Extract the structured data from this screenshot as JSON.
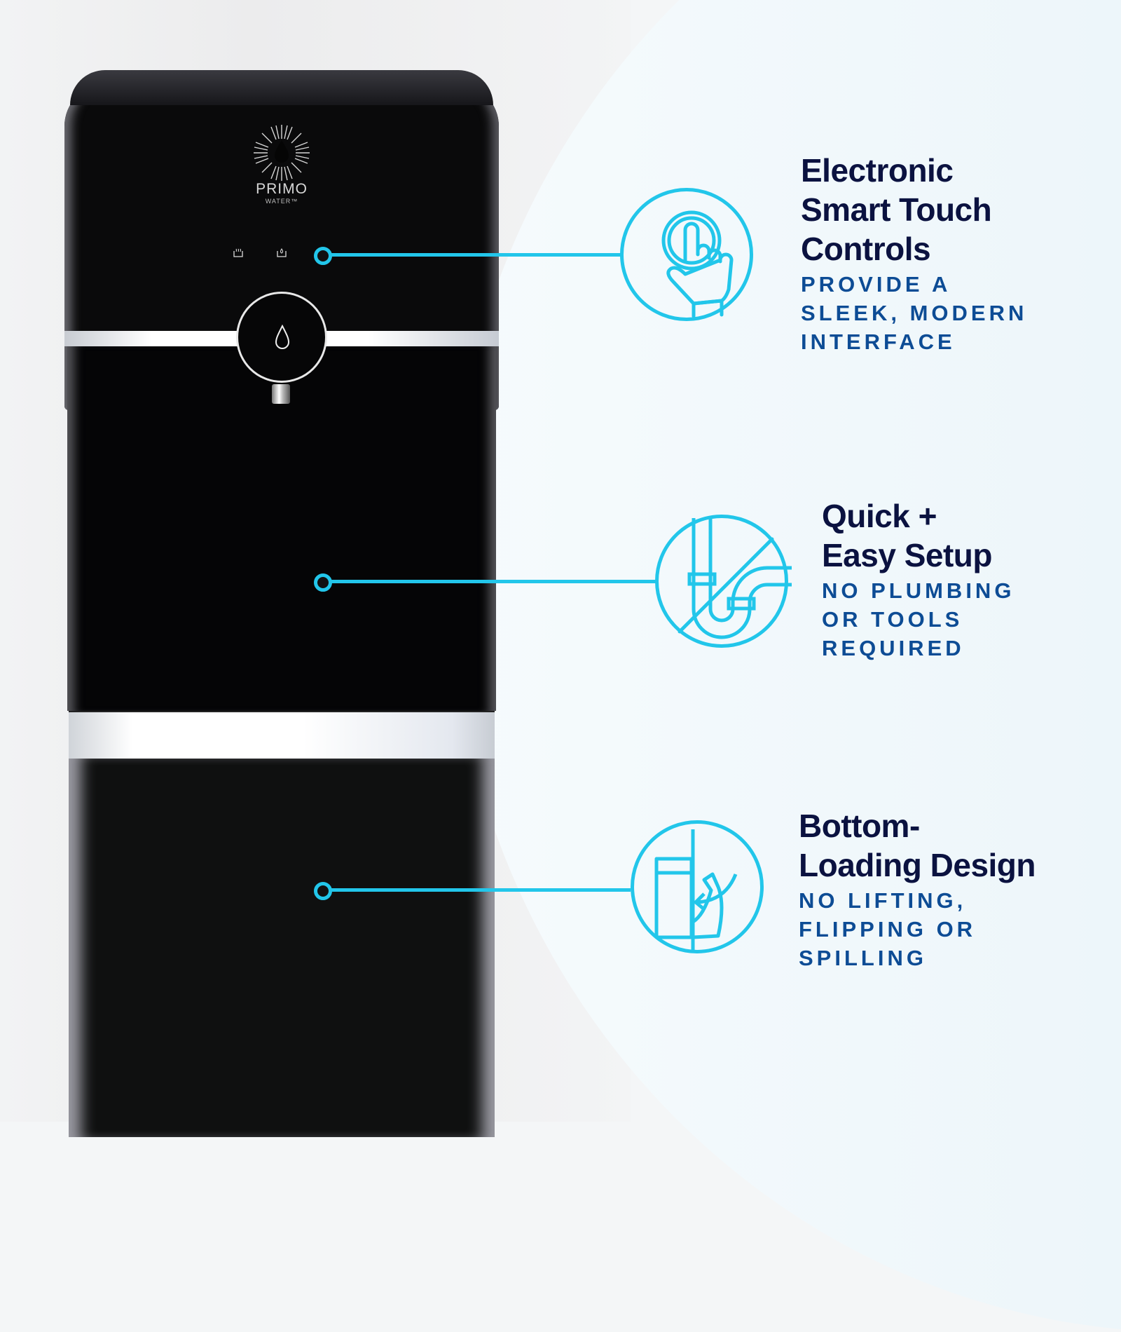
{
  "product": {
    "brand": "PRIMO",
    "brand_sub": "WATER™",
    "controls": [
      {
        "name": "hot-water-icon",
        "glyph": "♨"
      },
      {
        "name": "cold-water-icon",
        "glyph": "❄"
      },
      {
        "name": "child-lock-icon",
        "glyph": "⚑"
      }
    ]
  },
  "colors": {
    "accent": "#22c6ea",
    "title": "#0b1240",
    "subtitle": "#0d4c95"
  },
  "features": [
    {
      "icon": "touch-hand-icon",
      "title_lines": [
        "Electronic",
        "Smart Touch",
        "Controls"
      ],
      "sub_lines": [
        "PROVIDE A",
        "SLEEK, MODERN",
        "INTERFACE"
      ]
    },
    {
      "icon": "no-plumbing-icon",
      "title_lines": [
        "Quick +",
        "Easy Setup"
      ],
      "sub_lines": [
        "NO PLUMBING",
        "OR TOOLS",
        "REQUIRED"
      ]
    },
    {
      "icon": "bottle-loading-icon",
      "title_lines": [
        "Bottom-",
        "Loading Design"
      ],
      "sub_lines": [
        "NO LIFTING,",
        "FLIPPING OR",
        "SPILLING"
      ]
    }
  ]
}
